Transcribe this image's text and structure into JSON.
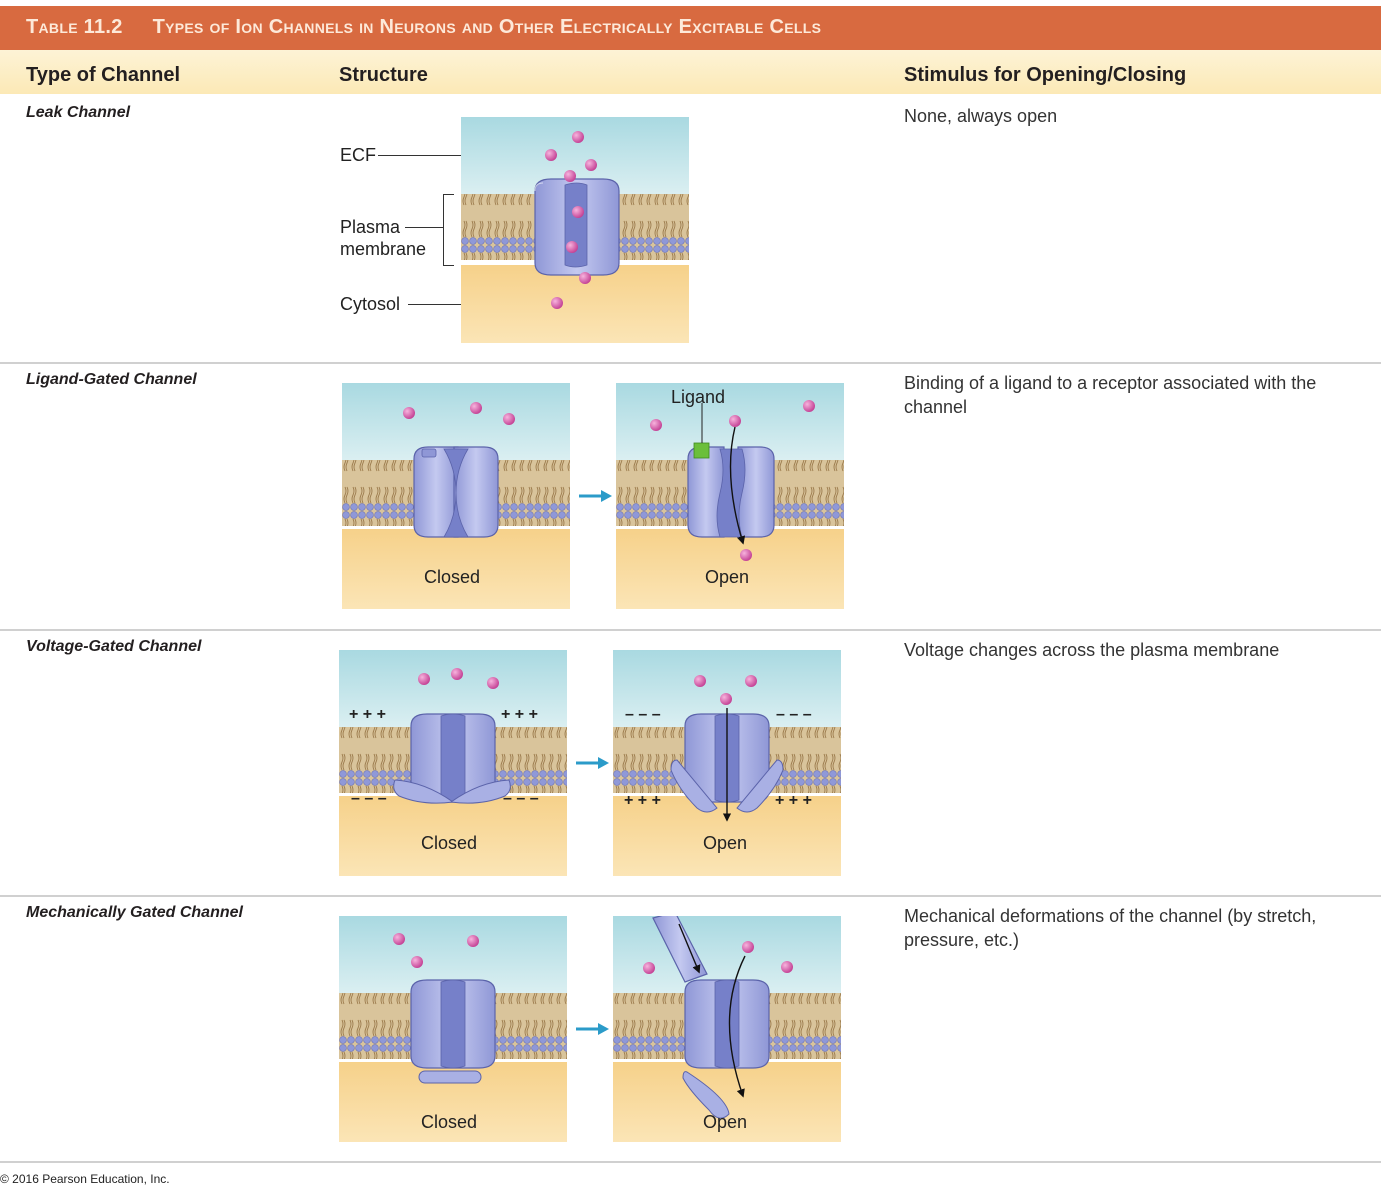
{
  "table": {
    "number": "Table 11.2",
    "title": "Types of Ion Channels in Neurons and Other Electrically Excitable Cells"
  },
  "headers": {
    "type": "Type of Channel",
    "structure": "Structure",
    "stimulus": "Stimulus for Opening/Closing"
  },
  "rows": [
    {
      "name": "Leak Channel",
      "stimulus": "None, always open",
      "labels": {
        "ecf": "ECF",
        "membrane": "Plasma membrane",
        "cytosol": "Cytosol"
      }
    },
    {
      "name": "Ligand-Gated Channel",
      "stimulus": "Binding of a ligand to a receptor associated with the channel",
      "labels": {
        "ligand": "Ligand",
        "closed": "Closed",
        "open": "Open"
      }
    },
    {
      "name": "Voltage-Gated Channel",
      "stimulus": "Voltage changes across the plasma membrane",
      "labels": {
        "closed": "Closed",
        "open": "Open",
        "plus": "+ + +",
        "minus": "– – –"
      }
    },
    {
      "name": "Mechanically Gated Channel",
      "stimulus": "Mechanical deformations of the channel (by stretch, pressure, etc.)",
      "labels": {
        "closed": "Closed",
        "open": "Open"
      }
    }
  ],
  "copyright": "© 2016 Pearson Education, Inc.",
  "colors": {
    "title_bar": "#d86a40",
    "header_band": "#fcebb8",
    "ecf": "#bfe3e8",
    "cytosol": "#f6d08a",
    "channel": "#a9b0e4",
    "ion": "#d653a8",
    "ligand": "#6bbf3b",
    "arrow": "#2b9bc9"
  },
  "icons": [
    "ion-dot-icon",
    "arrow-right-icon",
    "ligand-square-icon"
  ]
}
